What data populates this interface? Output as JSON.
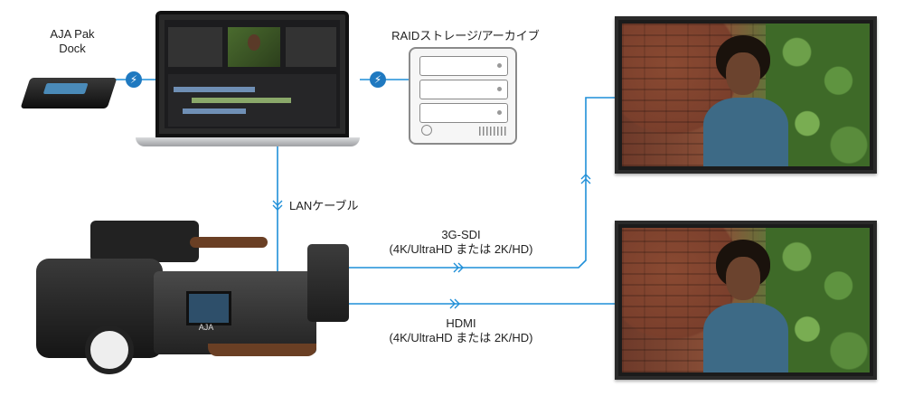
{
  "labels": {
    "dock_line1": "AJA Pak",
    "dock_line2": "Dock",
    "raid": "RAIDストレージ/アーカイブ",
    "lan": "LANケーブル",
    "sdi_line1": "3G-SDI",
    "sdi_line2": "(4K/UltraHD または 2K/HD)",
    "hdmi_line1": "HDMI",
    "hdmi_line2": "(4K/UltraHD または 2K/HD)",
    "camera_brand": "AJA"
  },
  "colors": {
    "wire": "#1f8fd8",
    "bolt": "#1f79c0"
  },
  "icons": {
    "thunderbolt": "⚡",
    "signal_arrow": "»"
  }
}
